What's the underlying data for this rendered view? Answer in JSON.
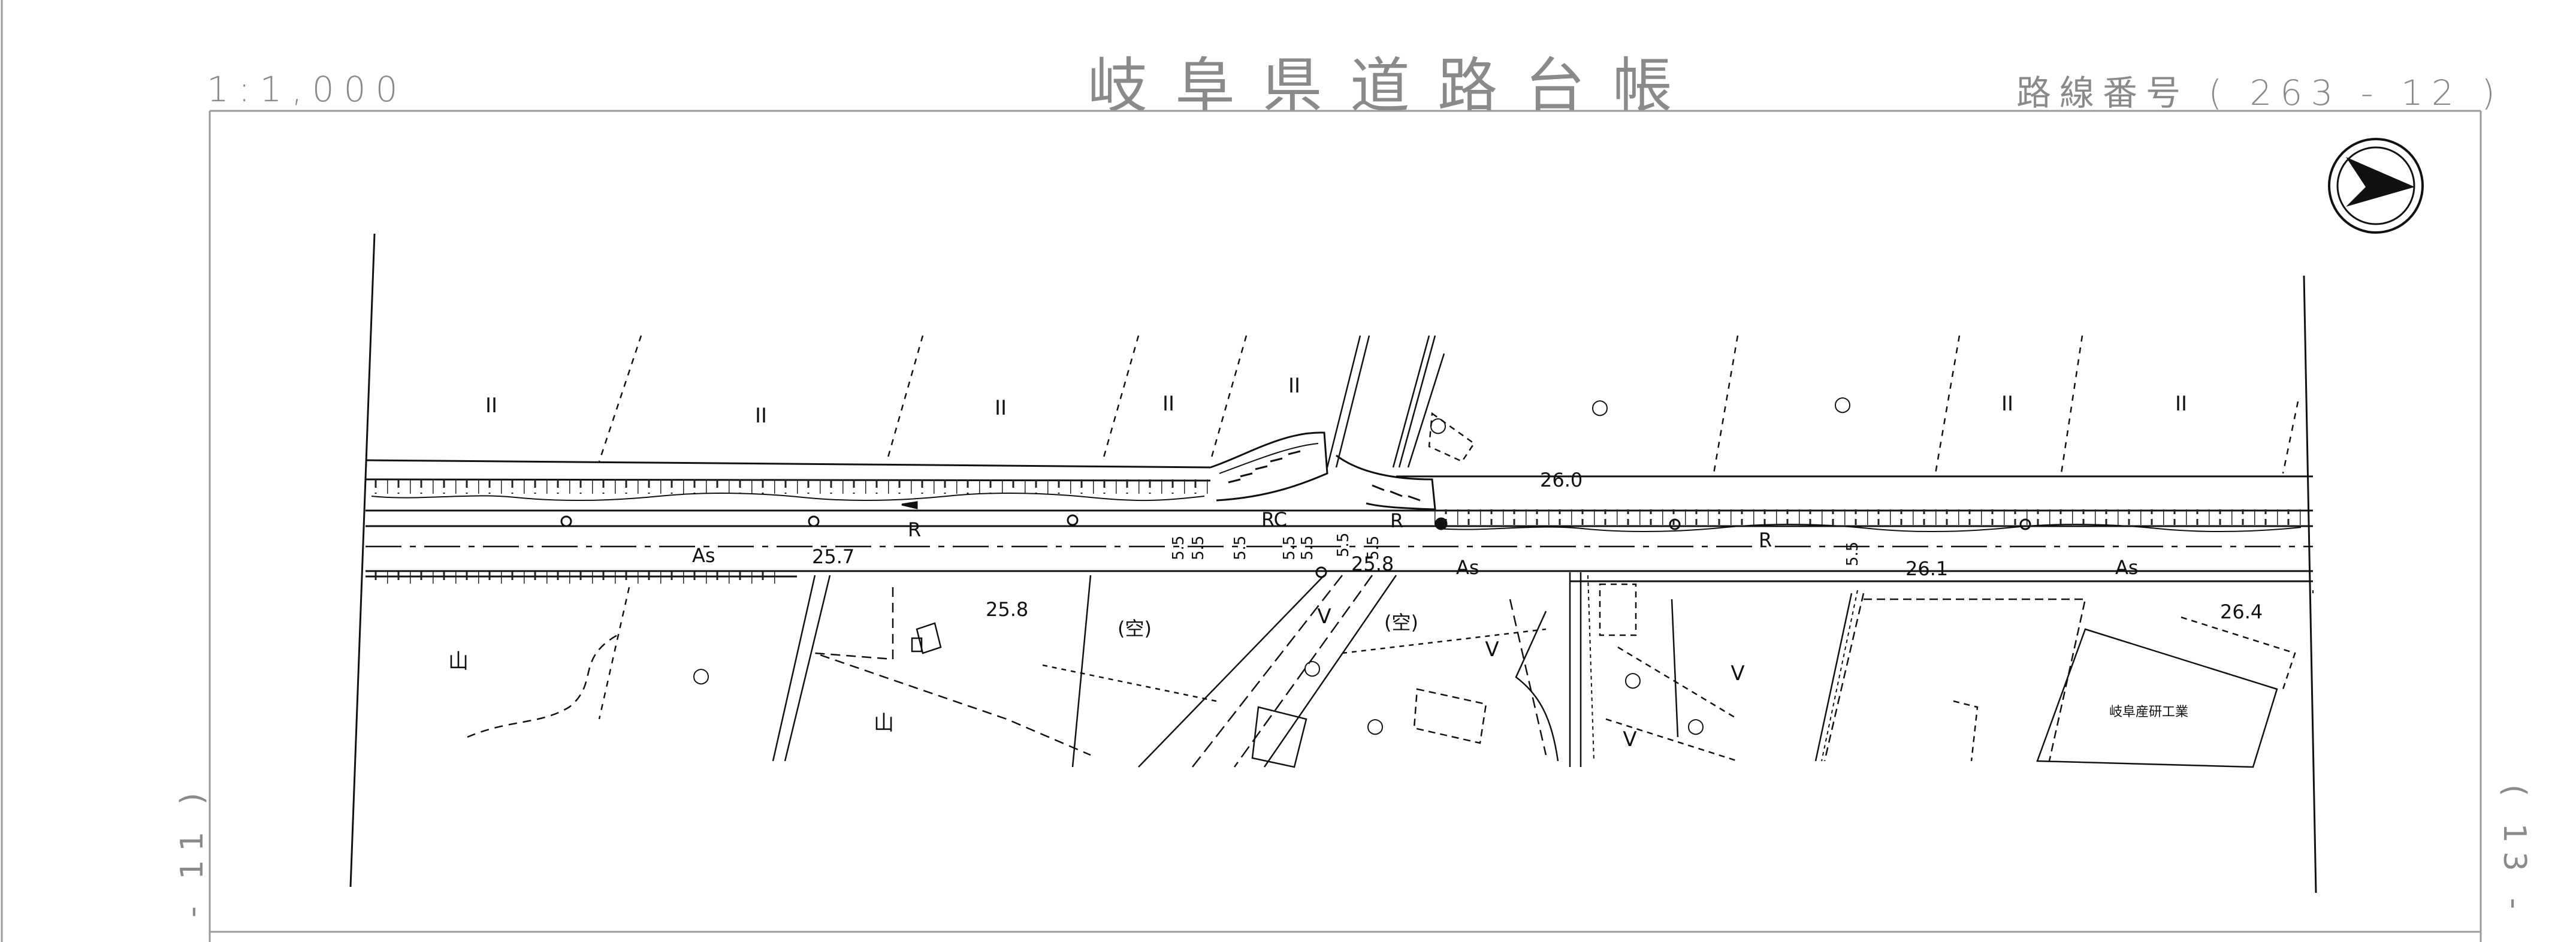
{
  "header": {
    "scale": "1:1,000",
    "title": "岐阜県道路台帳",
    "route_label": "路線番号",
    "route_number": "( 263 - 12 )"
  },
  "side_refs": {
    "left": "- 11 )",
    "right": "( 13 -"
  },
  "map": {
    "north_arrow": "north-arrow-icon",
    "road_labels": {
      "elev_25_7": "25.7",
      "elev_25_8_a": "25.8",
      "elev_25_8_b": "25.8",
      "elev_26_0": "26.0",
      "elev_26_1": "26.1",
      "elev_26_4": "26.4",
      "surface_as_1": "As",
      "surface_as_2": "As",
      "surface_as_3": "As",
      "r_1": "R",
      "r_2": "R",
      "r_3": "R",
      "rc": "RC",
      "w_1": "5.5",
      "w_2": "5.5",
      "w_3": "5.5",
      "w_4": "5.5",
      "w_5": "5.5",
      "w_6": "5.5",
      "w_7": "5.5",
      "w_8": "5.5"
    },
    "parcel_labels": {
      "vacant_1": "(空)",
      "vacant_2": "(空)",
      "factory": "岐阜産研工業"
    },
    "land_use_symbols": {
      "paddy": "II",
      "field": "V",
      "forest": "山",
      "house": "○"
    }
  }
}
